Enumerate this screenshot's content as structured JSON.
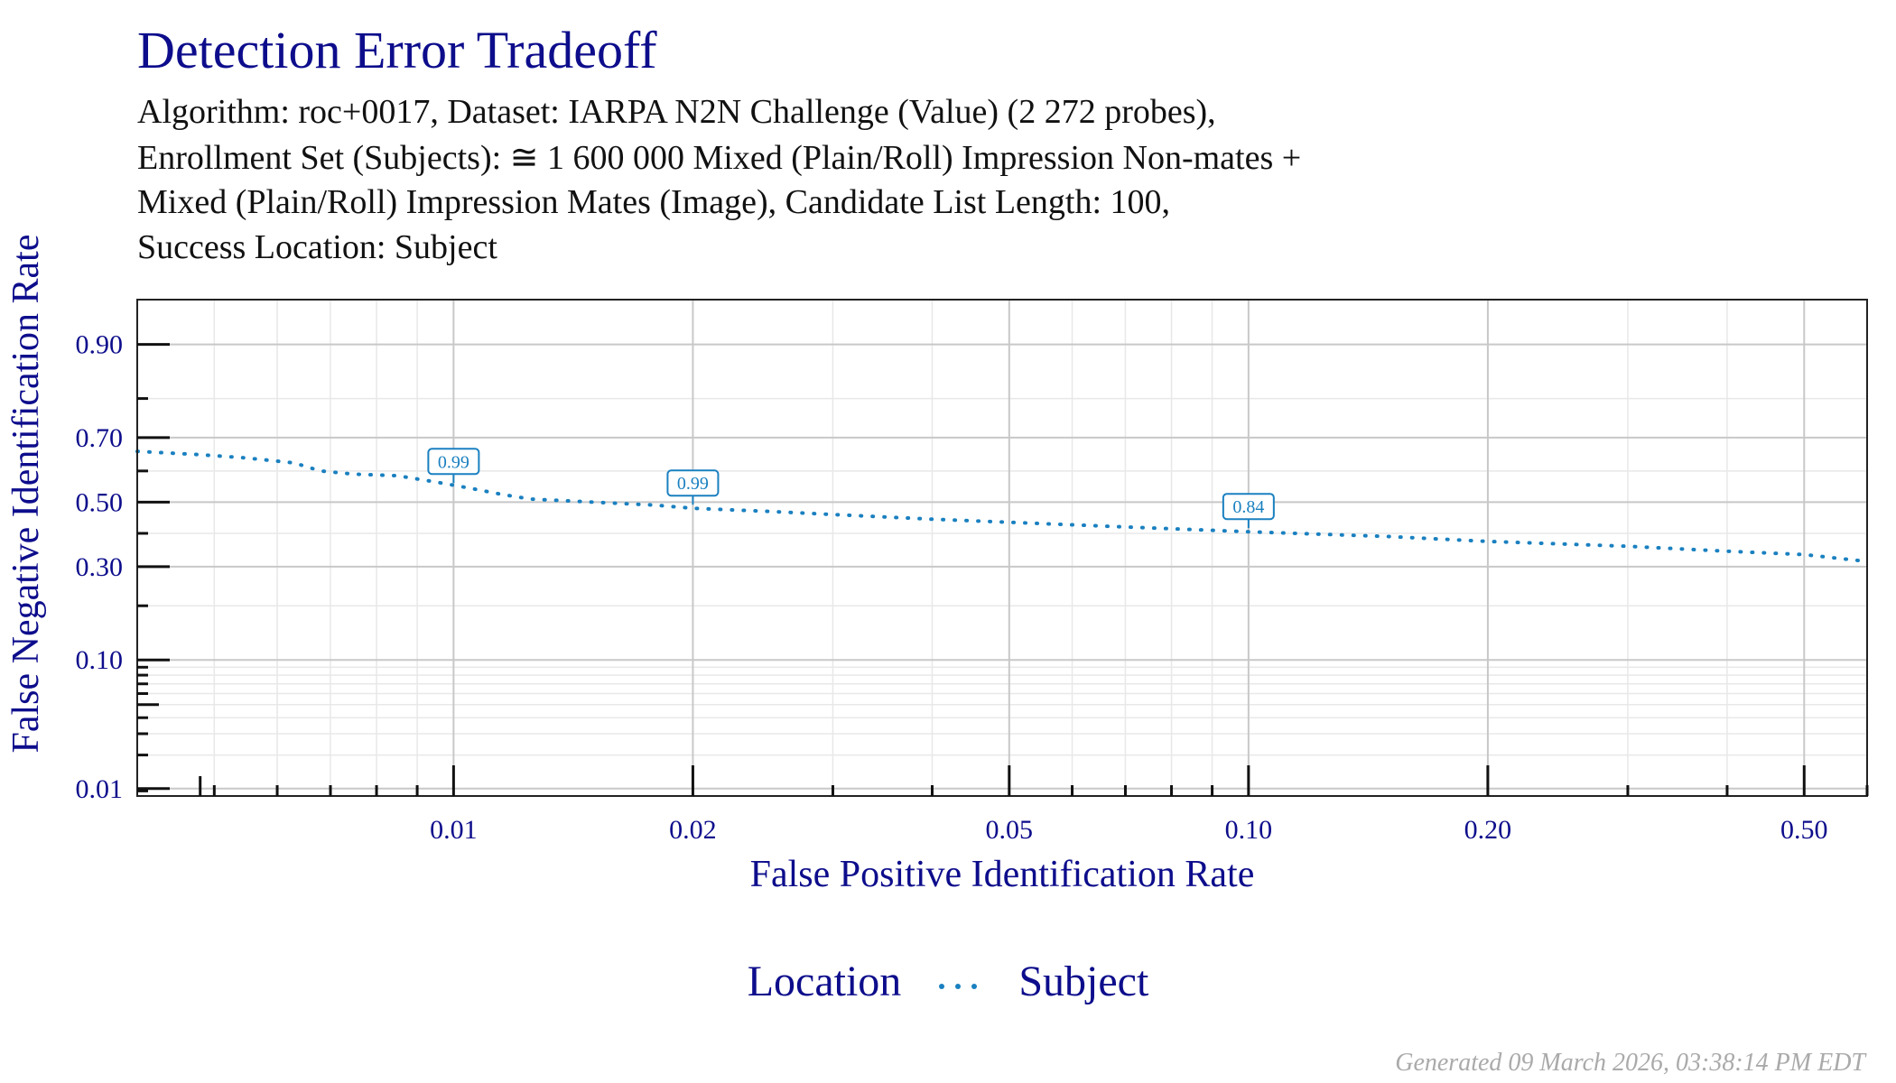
{
  "title": "Detection Error Tradeoff",
  "subtitle_lines": [
    "Algorithm: roc+0017, Dataset: IARPA N2N Challenge (Value) (2 272 probes),",
    "Enrollment Set (Subjects):  ≅ 1 600 000 Mixed (Plain/Roll) Impression Non-mates +",
    "Mixed (Plain/Roll) Impression Mates (Image), Candidate List Length: 100,",
    "Success Location: Subject"
  ],
  "footer": "Generated 09 March 2026, 03:38:14 PM EDT",
  "legend": {
    "title": "Location",
    "entries": [
      "Subject"
    ]
  },
  "colors": {
    "title": "#0d0d8c",
    "series": "#1a80c0",
    "grid_major": "#c8c8c8",
    "grid_minor": "#e8e8e8"
  },
  "chart_data": {
    "type": "line",
    "xlabel": "False Positive Identification Rate",
    "ylabel": "False Negative Identification Rate",
    "x_scale": "log",
    "y_scale": "normal-deviate",
    "xlim": [
      0.004,
      0.6
    ],
    "ylim": [
      0.0085,
      0.95
    ],
    "x_ticks": [
      0.01,
      0.02,
      0.05,
      0.1,
      0.2,
      0.5
    ],
    "x_tick_labels": [
      "0.01",
      "0.02",
      "0.05",
      "0.10",
      "0.20",
      "0.50"
    ],
    "y_ticks": [
      0.01,
      0.1,
      0.3,
      0.5,
      0.7,
      0.9
    ],
    "y_tick_labels": [
      "0.01",
      "0.10",
      "0.30",
      "0.50",
      "0.70",
      "0.90"
    ],
    "grid": true,
    "legend_position": "bottom",
    "series": [
      {
        "name": "Subject",
        "line_style": "dotted",
        "x": [
          0.004,
          0.0048,
          0.0055,
          0.0063,
          0.0068,
          0.0075,
          0.0085,
          0.0095,
          0.0105,
          0.0115,
          0.0125,
          0.015,
          0.018,
          0.02,
          0.025,
          0.03,
          0.04,
          0.05,
          0.07,
          0.1,
          0.15,
          0.2,
          0.3,
          0.4,
          0.5,
          0.6
        ],
        "y": [
          0.66,
          0.65,
          0.64,
          0.625,
          0.6,
          0.59,
          0.585,
          0.565,
          0.545,
          0.525,
          0.51,
          0.5,
          0.49,
          0.48,
          0.47,
          0.46,
          0.445,
          0.435,
          0.42,
          0.405,
          0.39,
          0.375,
          0.36,
          0.345,
          0.335,
          0.315
        ]
      }
    ],
    "annotations": [
      {
        "x": 0.01,
        "y": 0.55,
        "label": "0.99"
      },
      {
        "x": 0.02,
        "y": 0.48,
        "label": "0.99"
      },
      {
        "x": 0.1,
        "y": 0.405,
        "label": "0.84"
      }
    ]
  }
}
